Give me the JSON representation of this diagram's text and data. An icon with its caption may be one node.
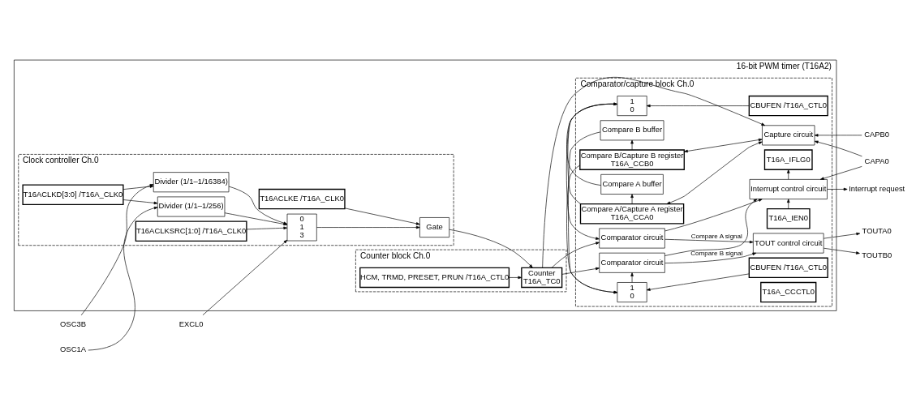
{
  "diagram": {
    "nodes": [
      {
        "text": [
          "16-bit PWM timer (T16A2)"
        ]
      },
      {
        "text": [
          "Clock controller Ch.0"
        ],
        "in": 0
      },
      {
        "text": [
          "T16ACLKD[3:0] /T16A_CLK0"
        ],
        "in": 1
      },
      {
        "text": [
          "T16ACLKE /T16A_CLK0"
        ],
        "in": 1
      },
      {
        "text": [
          "Divider (1/1–1/16384)"
        ],
        "in": 1
      },
      {
        "text": [
          "Divider (1/1–1/256)"
        ],
        "in": 1
      },
      {
        "text": [
          "0",
          "1",
          "3"
        ],
        "in": 1
      },
      {
        "text": [
          "Gate"
        ],
        "in": 1
      },
      {
        "text": [
          "T16ACLKSRC[1:0] /T16A_CLK0"
        ],
        "in": 1
      },
      {
        "text": [
          "Counter block Ch.0"
        ],
        "in": 0
      },
      {
        "text": [
          "Counter",
          "T16A_TC0"
        ],
        "in": 9
      },
      {
        "text": [
          "HCM, TRMD, PRESET, PRUN /T16A_CTL0"
        ],
        "in": 9
      },
      {
        "text": [
          "Comparator/capture block Ch.0"
        ],
        "in": 0
      },
      {
        "text": [
          "Compare A/Capture A register",
          "T16A_CCA0"
        ],
        "in": 12
      },
      {
        "text": [
          "Compare A buffer"
        ],
        "in": 12
      },
      {
        "text": [
          "1",
          "0"
        ],
        "in": 12
      },
      {
        "text": [
          "CBUFEN /T16A_CTL0"
        ],
        "in": 12
      },
      {
        "text": [
          "Comparator circuit"
        ],
        "in": 12
      },
      {
        "text": [
          "Capture circuit"
        ],
        "in": 12
      },
      {
        "text": [
          "Comparator circuit"
        ],
        "in": 12
      },
      {
        "text": [
          "1",
          "0"
        ],
        "in": 12
      },
      {
        "text": [
          "CBUFEN /T16A_CTL0"
        ],
        "in": 12
      },
      {
        "text": [
          "Compare B buffer"
        ],
        "in": 12
      },
      {
        "text": [
          "Compare B/Capture B register",
          "T16A_CCB0"
        ],
        "in": 12
      },
      {
        "text": [
          "T16A_IEN0"
        ],
        "in": 12
      },
      {
        "text": [
          "Interrupt control circuit"
        ],
        "in": 12
      },
      {
        "text": [
          "T16A_IFLG0"
        ],
        "in": 12
      },
      {
        "text": [
          "TOUT control circuit"
        ],
        "in": 12
      },
      {
        "text": [
          "T16A_CCCTL0"
        ],
        "in": 12
      },
      {
        "text": [
          "OSC3B"
        ]
      },
      {
        "text": [
          "OSC1A"
        ]
      },
      {
        "text": [
          "EXCL0"
        ]
      },
      {
        "text": [
          "Interrupt request"
        ]
      },
      {
        "text": [
          "TOUTA0"
        ]
      },
      {
        "text": [
          "TOUTB0"
        ]
      },
      {
        "text": [
          "CAPA0"
        ]
      },
      {
        "text": [
          "CAPB0"
        ]
      }
    ],
    "edges": [
      {
        "from": 29,
        "to": 4,
        "arrow": "to"
      },
      {
        "from": 30,
        "to": 5,
        "arrow": "to"
      },
      {
        "from": 31,
        "to": 6,
        "arrow": "to"
      },
      {
        "from": 2,
        "to": 4,
        "arrow": "to"
      },
      {
        "from": 2,
        "to": 5,
        "arrow": "to"
      },
      {
        "from": 4,
        "to": 6,
        "arrow": "to"
      },
      {
        "from": 5,
        "to": 6,
        "arrow": "to"
      },
      {
        "from": 8,
        "to": 6,
        "arrow": "to"
      },
      {
        "from": 6,
        "to": 7,
        "arrow": "to"
      },
      {
        "from": 3,
        "to": 7,
        "arrow": "to"
      },
      {
        "from": 7,
        "to": 10,
        "arrow": "to"
      },
      {
        "from": 11,
        "to": 10,
        "arrow": "to"
      },
      {
        "from": 10,
        "to": 17,
        "arrow": "to"
      },
      {
        "from": 10,
        "to": 19,
        "arrow": "to"
      },
      {
        "from": 10,
        "to": 18,
        "arrow": "to"
      },
      {
        "from": 13,
        "to": 14,
        "arrow": "to"
      },
      {
        "from": 13,
        "to": 15,
        "arrow": "to"
      },
      {
        "from": 14,
        "to": 15,
        "arrow": "to"
      },
      {
        "from": 16,
        "to": 15,
        "arrow": "to"
      },
      {
        "from": 15,
        "to": 17,
        "arrow": "to"
      },
      {
        "from": 13,
        "to": 18,
        "arrow": "both"
      },
      {
        "from": 23,
        "to": 18,
        "arrow": "both"
      },
      {
        "from": 23,
        "to": 22,
        "arrow": "to"
      },
      {
        "from": 23,
        "to": 20,
        "arrow": "to"
      },
      {
        "from": 22,
        "to": 20,
        "arrow": "to"
      },
      {
        "from": 21,
        "to": 20,
        "arrow": "to"
      },
      {
        "from": 20,
        "to": 19,
        "arrow": "to"
      },
      {
        "from": 17,
        "to": 27,
        "arrow": "to",
        "label": "Compare A signal"
      },
      {
        "from": 17,
        "to": 25,
        "arrow": "to"
      },
      {
        "from": 19,
        "to": 27,
        "arrow": "to",
        "label": "Compare B signal"
      },
      {
        "from": 19,
        "to": 25,
        "arrow": "to"
      },
      {
        "from": 24,
        "to": 25,
        "arrow": "to"
      },
      {
        "from": 25,
        "to": 26,
        "arrow": "to"
      },
      {
        "from": 25,
        "to": 32,
        "arrow": "to"
      },
      {
        "from": 27,
        "to": 33,
        "arrow": "to"
      },
      {
        "from": 27,
        "to": 34,
        "arrow": "to"
      },
      {
        "from": 35,
        "to": 18,
        "arrow": "to"
      },
      {
        "from": 35,
        "to": 25,
        "arrow": "to"
      },
      {
        "from": 36,
        "to": 18,
        "arrow": "to"
      }
    ]
  }
}
